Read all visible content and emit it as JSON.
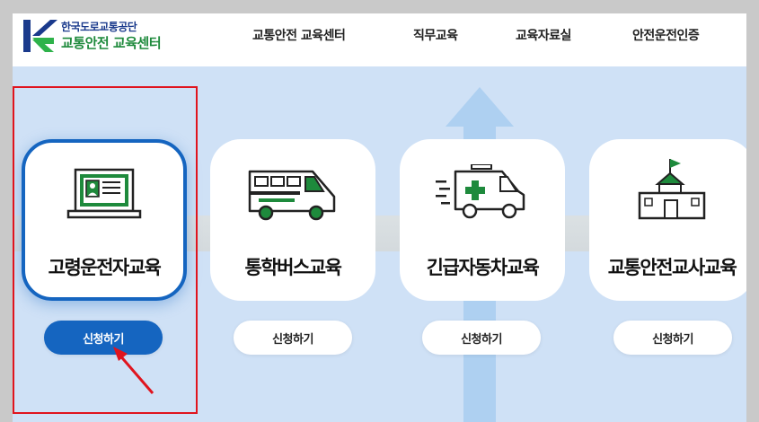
{
  "header": {
    "org_name": "한국도로교통공단",
    "site_name": "교통안전 교육센터",
    "nav": [
      {
        "label": "교통안전 교육센터"
      },
      {
        "label": "직무교육"
      },
      {
        "label": "교육자료실"
      },
      {
        "label": "안전운전인증"
      }
    ]
  },
  "cards": [
    {
      "title": "고령운전자교육",
      "icon": "laptop-id-card-icon",
      "button": "신청하기",
      "selected": true
    },
    {
      "title": "통학버스교육",
      "icon": "school-bus-icon",
      "button": "신청하기",
      "selected": false
    },
    {
      "title": "긴급자동차교육",
      "icon": "ambulance-icon",
      "button": "신청하기",
      "selected": false
    },
    {
      "title": "교통안전교사교육",
      "icon": "school-building-icon",
      "button": "신청하기",
      "selected": false
    }
  ],
  "colors": {
    "primary": "#1565c0",
    "icon_green": "#1e8a3c",
    "highlight": "#e0141e",
    "background": "#cfe1f6"
  }
}
